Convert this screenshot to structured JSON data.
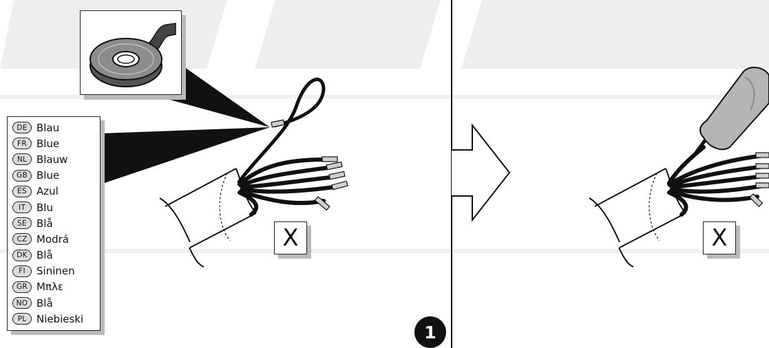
{
  "legend": {
    "items": [
      {
        "code": "DE",
        "word": "Blau"
      },
      {
        "code": "FR",
        "word": "Blue"
      },
      {
        "code": "NL",
        "word": "Blauw"
      },
      {
        "code": "GB",
        "word": "Blue"
      },
      {
        "code": "ES",
        "word": "Azul"
      },
      {
        "code": "IT",
        "word": "Blu"
      },
      {
        "code": "SE",
        "word": "Blå"
      },
      {
        "code": "CZ",
        "word": "Modrá"
      },
      {
        "code": "DK",
        "word": "Blå"
      },
      {
        "code": "FI",
        "word": "Sininen"
      },
      {
        "code": "GR",
        "word": "Μπλε"
      },
      {
        "code": "NO",
        "word": "Blå"
      },
      {
        "code": "PL",
        "word": "Niebieski"
      }
    ]
  },
  "marks": {
    "left_x": "X",
    "right_x": "X"
  },
  "step": {
    "number": "1"
  },
  "colors": {
    "ink": "#111111",
    "shadow": "#b9b9b9",
    "watermark": "#ececec",
    "badge_fill": "#dcdcdc"
  }
}
